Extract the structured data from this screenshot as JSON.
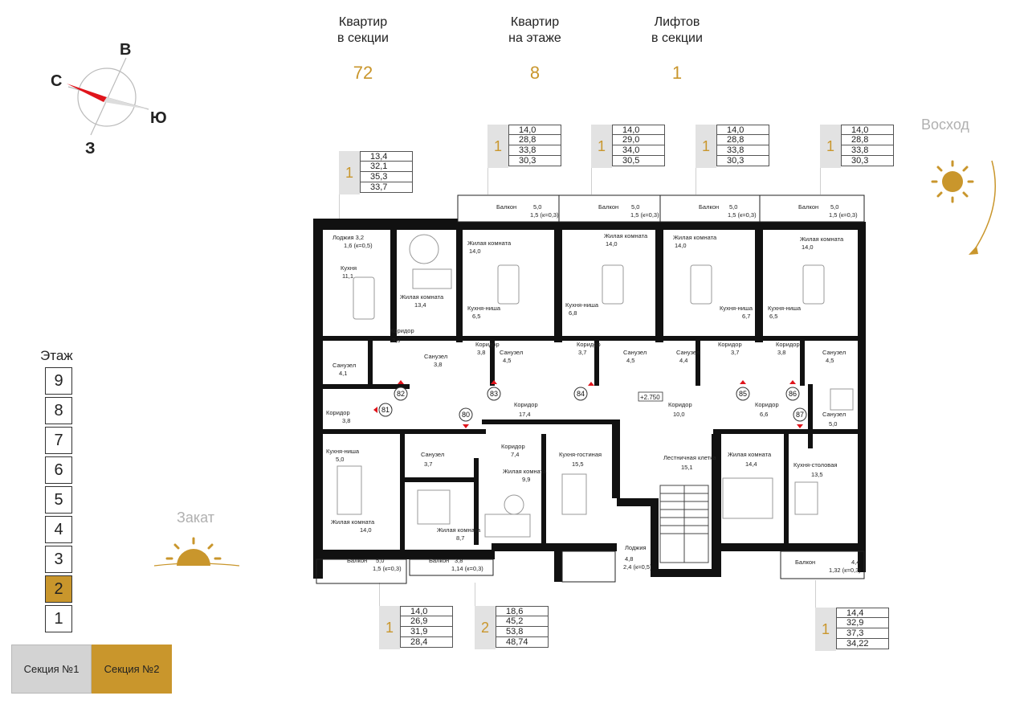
{
  "stats": [
    {
      "label": "Квартир\nв секции",
      "value": "72"
    },
    {
      "label": "Квартир\nна этаже",
      "value": "8"
    },
    {
      "label": "Лифтов\nв секции",
      "value": "1"
    }
  ],
  "compass": {
    "n": "С",
    "e": "В",
    "s": "Ю",
    "w": "З"
  },
  "sunrise_label": "Восход",
  "sunset_label": "Закат",
  "floor_selector": {
    "title": "Этаж",
    "floors": [
      "9",
      "8",
      "7",
      "6",
      "5",
      "4",
      "3",
      "2",
      "1"
    ],
    "selected": "2"
  },
  "sections": [
    {
      "label": "Секция №1",
      "active": false
    },
    {
      "label": "Секция №2",
      "active": true
    }
  ],
  "apartments": [
    {
      "rooms": "1",
      "values": [
        "13,4",
        "32,1",
        "35,3",
        "33,7"
      ]
    },
    {
      "rooms": "1",
      "values": [
        "14,0",
        "28,8",
        "33,8",
        "30,3"
      ]
    },
    {
      "rooms": "1",
      "values": [
        "14,0",
        "29,0",
        "34,0",
        "30,5"
      ]
    },
    {
      "rooms": "1",
      "values": [
        "14,0",
        "28,8",
        "33,8",
        "30,3"
      ]
    },
    {
      "rooms": "1",
      "values": [
        "14,0",
        "28,8",
        "33,8",
        "30,3"
      ]
    },
    {
      "rooms": "1",
      "values": [
        "14,0",
        "26,9",
        "31,9",
        "28,4"
      ]
    },
    {
      "rooms": "2",
      "values": [
        "18,6",
        "45,2",
        "53,8",
        "48,74"
      ]
    },
    {
      "rooms": "1",
      "values": [
        "14,4",
        "32,9",
        "37,3",
        "34,22"
      ]
    }
  ],
  "plan": {
    "rooms": [
      {
        "name": "Балкон",
        "area": "5,0",
        "area2": "1,5 (к=0,3)"
      },
      {
        "name": "Балкон",
        "area": "5,0",
        "area2": "1,5 (к=0,3)"
      },
      {
        "name": "Балкон",
        "area": "5,0",
        "area2": "1,5 (к=0,3)"
      },
      {
        "name": "Балкон",
        "area": "5,0",
        "area2": "1,5 (к=0,3)"
      },
      {
        "name": "Лоджия 3,2",
        "area": "",
        "area2": "1,6 (к=0,5)"
      },
      {
        "name": "Кухня",
        "area": "11,1",
        "area2": ""
      },
      {
        "name": "Жилая комната",
        "area": "13,4",
        "area2": ""
      },
      {
        "name": "Жилая комната",
        "area": "14,0",
        "area2": ""
      },
      {
        "name": "Жилая комната",
        "area": "14,0",
        "area2": ""
      },
      {
        "name": "Жилая комната",
        "area": "14,0",
        "area2": ""
      },
      {
        "name": "Жилая комната",
        "area": "14,0",
        "area2": ""
      },
      {
        "name": "Кухня-ниша",
        "area": "6,5",
        "area2": ""
      },
      {
        "name": "Кухня-ниша",
        "area": "6,8",
        "area2": ""
      },
      {
        "name": "Кухня-ниша",
        "area": "6,7",
        "area2": ""
      },
      {
        "name": "Кухня-ниша",
        "area": "6,5",
        "area2": ""
      },
      {
        "name": "Коридор",
        "area": "3,8",
        "area2": ""
      },
      {
        "name": "Санузел",
        "area": "3,8",
        "area2": ""
      },
      {
        "name": "Коридор",
        "area": "3,8",
        "area2": ""
      },
      {
        "name": "Санузел",
        "area": "4,5",
        "area2": ""
      },
      {
        "name": "Коридор",
        "area": "3,7",
        "area2": ""
      },
      {
        "name": "Санузел",
        "area": "4,5",
        "area2": ""
      },
      {
        "name": "Санузел",
        "area": "4,4",
        "area2": ""
      },
      {
        "name": "Коридор",
        "area": "3,7",
        "area2": ""
      },
      {
        "name": "Коридор",
        "area": "3,8",
        "area2": ""
      },
      {
        "name": "Санузел",
        "area": "4,5",
        "area2": ""
      },
      {
        "name": "Санузел",
        "area": "4,1",
        "area2": ""
      },
      {
        "name": "Коридор",
        "area": "3,8",
        "area2": ""
      },
      {
        "name": "Коридор",
        "area": "17,4",
        "area2": ""
      },
      {
        "name": "Коридор",
        "area": "10,0",
        "area2": ""
      },
      {
        "name": "Коридор",
        "area": "6,6",
        "area2": ""
      },
      {
        "name": "Санузел",
        "area": "5,0",
        "area2": ""
      },
      {
        "name": "Кухня-ниша",
        "area": "5,0",
        "area2": ""
      },
      {
        "name": "Санузел",
        "area": "3,7",
        "area2": ""
      },
      {
        "name": "Коридор",
        "area": "7,4",
        "area2": ""
      },
      {
        "name": "Жилая комната",
        "area": "9,9",
        "area2": ""
      },
      {
        "name": "Кухня-гостиная",
        "area": "15,5",
        "area2": ""
      },
      {
        "name": "Лестничная клетка",
        "area": "15,1",
        "area2": ""
      },
      {
        "name": "Жилая комната",
        "area": "14,4",
        "area2": ""
      },
      {
        "name": "Кухня-столовая",
        "area": "13,5",
        "area2": ""
      },
      {
        "name": "Жилая комната",
        "area": "14,0",
        "area2": ""
      },
      {
        "name": "Жилая комната",
        "area": "8,7",
        "area2": ""
      },
      {
        "name": "Лоджия",
        "area": "4,8",
        "area2": "2,4 (к=0,5)"
      },
      {
        "name": "Балкон",
        "area": "5,0",
        "area2": "1,5 (к=0,3)"
      },
      {
        "name": "Балкон",
        "area": "3,8",
        "area2": "1,14 (к=0,3)"
      },
      {
        "name": "Балкон",
        "area": "4,4",
        "area2": "1,32 (к=0,3)"
      }
    ],
    "apt_numbers": [
      "80",
      "81",
      "82",
      "83",
      "84",
      "85",
      "86",
      "87"
    ],
    "elevation": "+2.750"
  },
  "colors": {
    "accent": "#c9962c",
    "wall": "#111111",
    "inactive_tab": "#d3d3d3"
  }
}
